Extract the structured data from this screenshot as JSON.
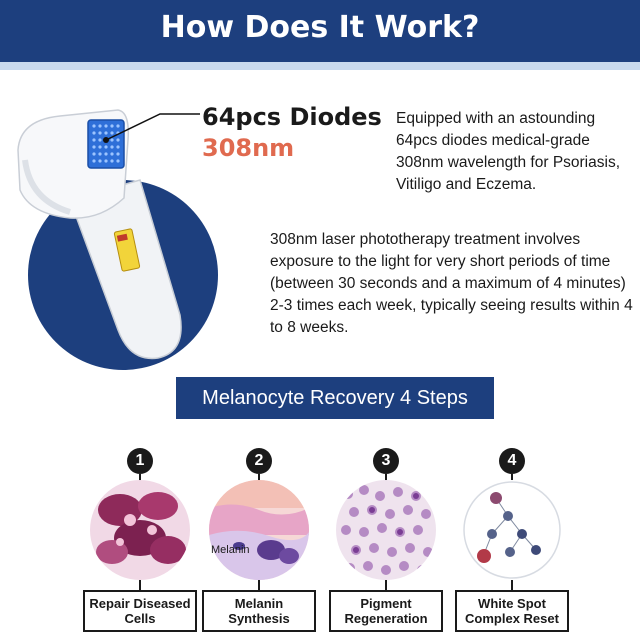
{
  "header": {
    "title": "How Does It Work?"
  },
  "device": {
    "diodes": "64pcs Diodes",
    "wavelength": "308nm"
  },
  "descriptions": {
    "first": "Equipped with an astounding 64pcs diodes medical-grade 308nm wavelength for Psoriasis, Vitiligo and Eczema.",
    "second": "308nm laser phototherapy treatment involves exposure to the light for very short periods of time (between 30 seconds and a maximum of 4 minutes) 2-3 times each week, typically seeing results within 4 to 8 weeks."
  },
  "steps": {
    "banner": "Melanocyte Recovery 4 Steps",
    "items": [
      {
        "number": "1",
        "label": "Repair Diseased Cells"
      },
      {
        "number": "2",
        "label": "Melanin Synthesis",
        "tag": "Melanin"
      },
      {
        "number": "3",
        "label": "Pigment Regeneration"
      },
      {
        "number": "4",
        "label": "White Spot Complex Reset"
      }
    ]
  },
  "colors": {
    "brand_blue": "#1d3f7e",
    "accent_orange": "#e06a4f",
    "light_band": "#c9d9ee"
  }
}
